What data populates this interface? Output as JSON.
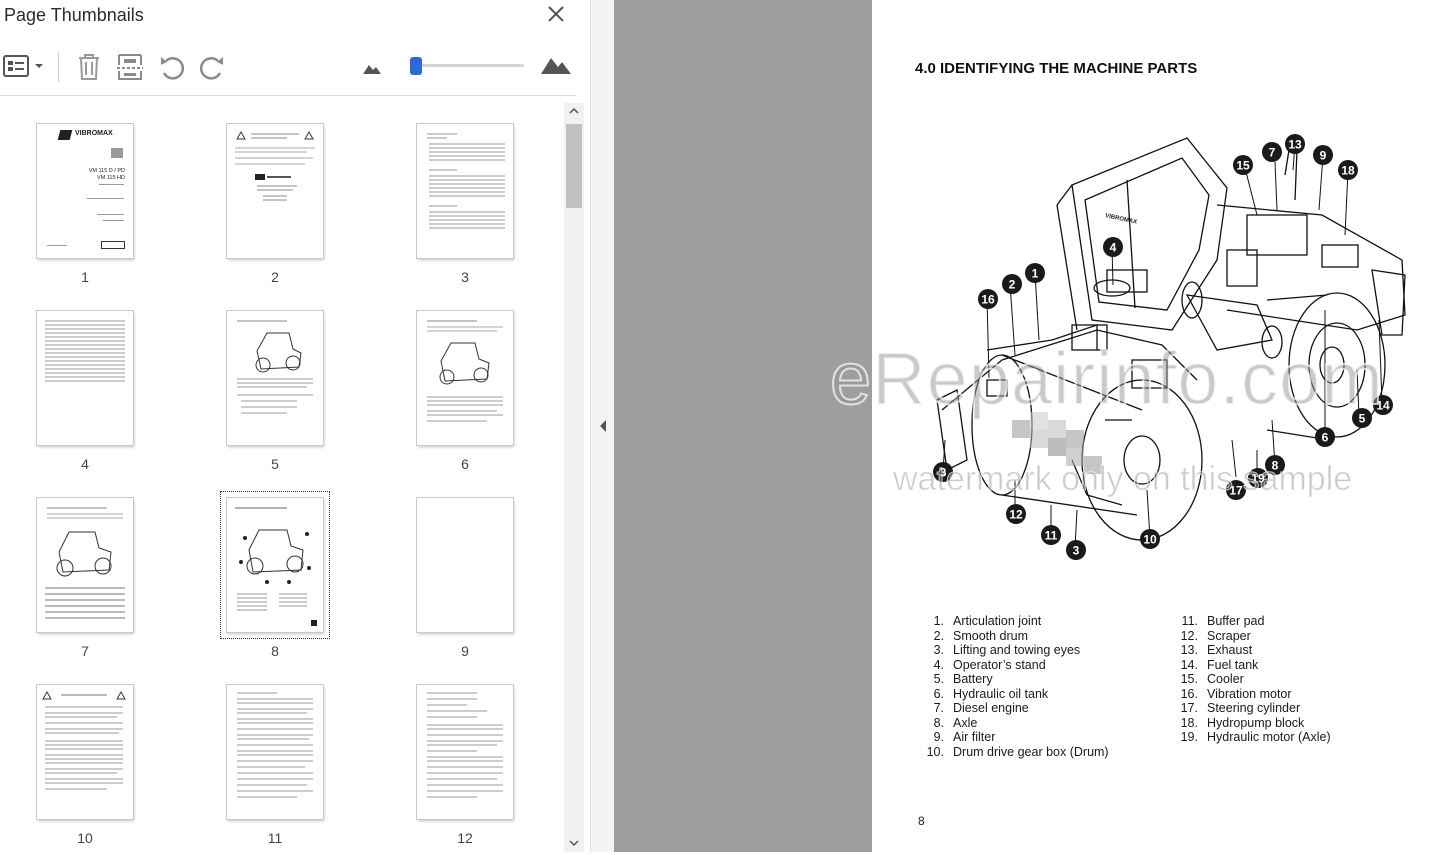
{
  "pane": {
    "title": "Page Thumbnails"
  },
  "thumbnails": {
    "p1": "1",
    "p2": "2",
    "p3": "3",
    "p4": "4",
    "p5": "5",
    "p6": "6",
    "p7": "7",
    "p8": "8",
    "p9": "9",
    "p10": "10",
    "p11": "11",
    "p12": "12",
    "selected": "8",
    "cover_brand": "VIBROMAX",
    "cover_model_1": "VM 115 D / PD",
    "cover_model_2": "VM 115 HD"
  },
  "zoom": {
    "level_fraction": 0.05
  },
  "document": {
    "section_heading": "4.0  IDENTIFYING THE MACHINE PARTS",
    "page_number": "8",
    "parts_left": [
      {
        "n": "1.",
        "t": "Articulation joint"
      },
      {
        "n": "2.",
        "t": "Smooth drum"
      },
      {
        "n": "3.",
        "t": "Lifting and towing eyes"
      },
      {
        "n": "4.",
        "t": "Operator’s stand"
      },
      {
        "n": "5.",
        "t": "Battery"
      },
      {
        "n": "6.",
        "t": "Hydraulic oil tank"
      },
      {
        "n": "7.",
        "t": "Diesel engine"
      },
      {
        "n": "8.",
        "t": "Axle"
      },
      {
        "n": "9.",
        "t": "Air filter"
      },
      {
        "n": "10.",
        "t": "Drum drive gear box (Drum)"
      }
    ],
    "parts_right": [
      {
        "n": "11.",
        "t": "Buffer pad"
      },
      {
        "n": "12.",
        "t": "Scraper"
      },
      {
        "n": "13.",
        "t": "Exhaust"
      },
      {
        "n": "14.",
        "t": "Fuel tank"
      },
      {
        "n": "15.",
        "t": "Cooler"
      },
      {
        "n": "16.",
        "t": "Vibration motor"
      },
      {
        "n": "17.",
        "t": "Steering cylinder"
      },
      {
        "n": "18.",
        "t": "Hydropump block"
      },
      {
        "n": "19.",
        "t": "Hydraulic motor (Axle)"
      }
    ],
    "callouts": [
      "1",
      "2",
      "3",
      "4",
      "5",
      "6",
      "7",
      "8",
      "9",
      "10",
      "11",
      "12",
      "13",
      "14",
      "15",
      "16",
      "17",
      "18",
      "19",
      "3"
    ],
    "cab_brand": "VIBROMAX"
  },
  "watermark": {
    "main": "eRepairinfo.com",
    "sub": "watermark only on this sample"
  },
  "colors": {
    "accent": "#2b6ad8",
    "gray_area": "#9e9e9e",
    "callout": "#1a1a1a"
  }
}
